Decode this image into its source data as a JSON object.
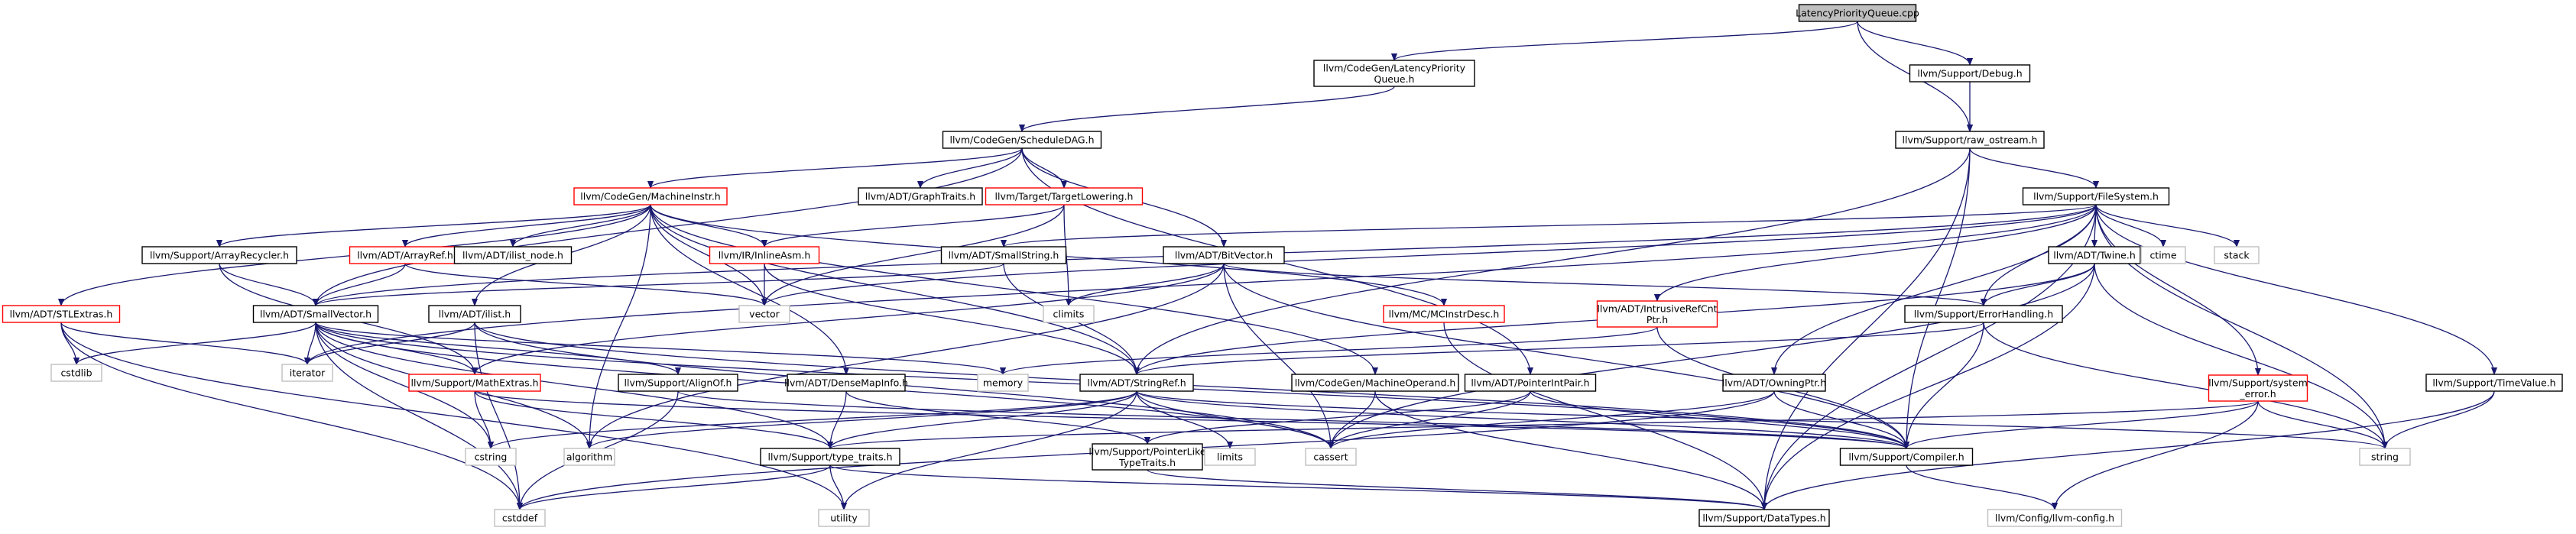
{
  "colors": {
    "edge": "#191970",
    "root_fill": "#bfbfbf",
    "documented_border": "#000000",
    "truncated_border": "#ff0000",
    "external_border": "#bfbfbf",
    "text": "#000000"
  },
  "nodes": [
    {
      "id": "root",
      "label": "LatencyPriorityQueue.cpp",
      "kind": "root"
    },
    {
      "id": "lpq",
      "label": "llvm/CodeGen/LatencyPriority\nQueue.h",
      "kind": "doc"
    },
    {
      "id": "debug",
      "label": "llvm/Support/Debug.h",
      "kind": "doc"
    },
    {
      "id": "sdag",
      "label": "llvm/CodeGen/ScheduleDAG.h",
      "kind": "doc"
    },
    {
      "id": "rawos",
      "label": "llvm/Support/raw_ostream.h",
      "kind": "doc"
    },
    {
      "id": "mi",
      "label": "llvm/CodeGen/MachineInstr.h",
      "kind": "trunc"
    },
    {
      "id": "gtraits",
      "label": "llvm/ADT/GraphTraits.h",
      "kind": "doc"
    },
    {
      "id": "tlow",
      "label": "llvm/Target/TargetLowering.h",
      "kind": "trunc"
    },
    {
      "id": "fs",
      "label": "llvm/Support/FileSystem.h",
      "kind": "doc"
    },
    {
      "id": "arrrec",
      "label": "llvm/Support/ArrayRecycler.h",
      "kind": "doc"
    },
    {
      "id": "arrref",
      "label": "llvm/ADT/ArrayRef.h",
      "kind": "trunc"
    },
    {
      "id": "ilistnode",
      "label": "llvm/ADT/ilist_node.h",
      "kind": "doc"
    },
    {
      "id": "inlasm",
      "label": "llvm/IR/InlineAsm.h",
      "kind": "trunc"
    },
    {
      "id": "smallstr",
      "label": "llvm/ADT/SmallString.h",
      "kind": "doc"
    },
    {
      "id": "bitvec",
      "label": "llvm/ADT/BitVector.h",
      "kind": "doc"
    },
    {
      "id": "twine",
      "label": "llvm/ADT/Twine.h",
      "kind": "doc"
    },
    {
      "id": "ctime",
      "label": "ctime",
      "kind": "ext"
    },
    {
      "id": "stack",
      "label": "stack",
      "kind": "ext"
    },
    {
      "id": "stlextras",
      "label": "llvm/ADT/STLExtras.h",
      "kind": "trunc"
    },
    {
      "id": "smallvec",
      "label": "llvm/ADT/SmallVector.h",
      "kind": "doc"
    },
    {
      "id": "vector",
      "label": "vector",
      "kind": "ext"
    },
    {
      "id": "climits",
      "label": "climits",
      "kind": "ext"
    },
    {
      "id": "mcinstr",
      "label": "llvm/MC/MCInstrDesc.h",
      "kind": "trunc"
    },
    {
      "id": "intrusive",
      "label": "llvm/ADT/IntrusiveRefCnt\nPtr.h",
      "kind": "trunc"
    },
    {
      "id": "errhand",
      "label": "llvm/Support/ErrorHandling.h",
      "kind": "doc"
    },
    {
      "id": "ilist",
      "label": "llvm/ADT/ilist.h",
      "kind": "doc"
    },
    {
      "id": "cstdlib",
      "label": "cstdlib",
      "kind": "ext"
    },
    {
      "id": "iterator",
      "label": "iterator",
      "kind": "ext"
    },
    {
      "id": "mathext",
      "label": "llvm/Support/MathExtras.h",
      "kind": "trunc"
    },
    {
      "id": "alignof",
      "label": "llvm/Support/AlignOf.h",
      "kind": "doc"
    },
    {
      "id": "densemapinfo",
      "label": "llvm/ADT/DenseMapInfo.h",
      "kind": "doc"
    },
    {
      "id": "memory",
      "label": "memory",
      "kind": "ext"
    },
    {
      "id": "stringref",
      "label": "llvm/ADT/StringRef.h",
      "kind": "doc"
    },
    {
      "id": "mop",
      "label": "llvm/CodeGen/MachineOperand.h",
      "kind": "doc"
    },
    {
      "id": "ptrintpair",
      "label": "llvm/ADT/PointerIntPair.h",
      "kind": "doc"
    },
    {
      "id": "owningptr",
      "label": "llvm/ADT/OwningPtr.h",
      "kind": "doc"
    },
    {
      "id": "syserr",
      "label": "llvm/Support/system\n_error.h",
      "kind": "trunc"
    },
    {
      "id": "timeval",
      "label": "llvm/Support/TimeValue.h",
      "kind": "doc"
    },
    {
      "id": "cstring",
      "label": "cstring",
      "kind": "ext"
    },
    {
      "id": "algorithm",
      "label": "algorithm",
      "kind": "ext"
    },
    {
      "id": "typetraits",
      "label": "llvm/Support/type_traits.h",
      "kind": "doc"
    },
    {
      "id": "plike",
      "label": "llvm/Support/PointerLike\nTypeTraits.h",
      "kind": "doc"
    },
    {
      "id": "limits",
      "label": "limits",
      "kind": "ext"
    },
    {
      "id": "cassert",
      "label": "cassert",
      "kind": "ext"
    },
    {
      "id": "compiler",
      "label": "llvm/Support/Compiler.h",
      "kind": "doc"
    },
    {
      "id": "string",
      "label": "string",
      "kind": "ext"
    },
    {
      "id": "cstddef",
      "label": "cstddef",
      "kind": "ext"
    },
    {
      "id": "utility",
      "label": "utility",
      "kind": "ext"
    },
    {
      "id": "datatypes",
      "label": "llvm/Support/DataTypes.h",
      "kind": "doc"
    },
    {
      "id": "llvmcfg",
      "label": "llvm/Config/llvm-config.h",
      "kind": "ext"
    }
  ],
  "edges": [
    [
      "root",
      "lpq"
    ],
    [
      "root",
      "debug"
    ],
    [
      "root",
      "rawos"
    ],
    [
      "lpq",
      "sdag"
    ],
    [
      "debug",
      "rawos"
    ],
    [
      "sdag",
      "mi"
    ],
    [
      "sdag",
      "gtraits"
    ],
    [
      "sdag",
      "tlow"
    ],
    [
      "sdag",
      "bitvec"
    ],
    [
      "sdag",
      "smallvec"
    ],
    [
      "sdag",
      "ptrintpair"
    ],
    [
      "rawos",
      "fs"
    ],
    [
      "rawos",
      "stringref"
    ],
    [
      "rawos",
      "compiler"
    ],
    [
      "rawos",
      "datatypes"
    ],
    [
      "mi",
      "arrrec"
    ],
    [
      "mi",
      "arrref"
    ],
    [
      "mi",
      "ilistnode"
    ],
    [
      "mi",
      "inlasm"
    ],
    [
      "mi",
      "stlextras"
    ],
    [
      "mi",
      "ilist"
    ],
    [
      "mi",
      "densemapinfo"
    ],
    [
      "mi",
      "mop"
    ],
    [
      "mi",
      "mcinstr"
    ],
    [
      "mi",
      "vector"
    ],
    [
      "mi",
      "algorithm"
    ],
    [
      "mi",
      "stringref"
    ],
    [
      "tlow",
      "inlasm"
    ],
    [
      "tlow",
      "vector"
    ],
    [
      "tlow",
      "climits"
    ],
    [
      "fs",
      "smallstr"
    ],
    [
      "fs",
      "twine"
    ],
    [
      "fs",
      "ctime"
    ],
    [
      "fs",
      "stack"
    ],
    [
      "fs",
      "intrusive"
    ],
    [
      "fs",
      "errhand"
    ],
    [
      "fs",
      "owningptr"
    ],
    [
      "fs",
      "syserr"
    ],
    [
      "fs",
      "timeval"
    ],
    [
      "fs",
      "vector"
    ],
    [
      "fs",
      "string"
    ],
    [
      "fs",
      "datatypes"
    ],
    [
      "fs",
      "smallvec"
    ],
    [
      "fs",
      "iterator"
    ],
    [
      "arrrec",
      "smallvec"
    ],
    [
      "arrrec",
      "mathext"
    ],
    [
      "arrref",
      "smallvec"
    ],
    [
      "arrref",
      "vector"
    ],
    [
      "inlasm",
      "vector"
    ],
    [
      "inlasm",
      "stringref"
    ],
    [
      "smallstr",
      "smallvec"
    ],
    [
      "smallstr",
      "stringref"
    ],
    [
      "bitvec",
      "climits"
    ],
    [
      "bitvec",
      "algorithm"
    ],
    [
      "bitvec",
      "cassert"
    ],
    [
      "bitvec",
      "mathext"
    ],
    [
      "bitvec",
      "compiler"
    ],
    [
      "bitvec",
      "errhand"
    ],
    [
      "twine",
      "stringref"
    ],
    [
      "twine",
      "errhand"
    ],
    [
      "twine",
      "string"
    ],
    [
      "twine",
      "datatypes"
    ],
    [
      "twine",
      "cassert"
    ],
    [
      "stlextras",
      "cstdlib"
    ],
    [
      "stlextras",
      "iterator"
    ],
    [
      "stlextras",
      "utility"
    ],
    [
      "stlextras",
      "cstddef"
    ],
    [
      "smallvec",
      "cstdlib"
    ],
    [
      "smallvec",
      "iterator"
    ],
    [
      "smallvec",
      "mathext"
    ],
    [
      "smallvec",
      "alignof"
    ],
    [
      "smallvec",
      "typetraits"
    ],
    [
      "smallvec",
      "memory"
    ],
    [
      "smallvec",
      "cassert"
    ],
    [
      "smallvec",
      "compiler"
    ],
    [
      "smallvec",
      "cstring"
    ],
    [
      "smallvec",
      "algorithm"
    ],
    [
      "smallvec",
      "cstddef"
    ],
    [
      "mcinstr",
      "datatypes"
    ],
    [
      "intrusive",
      "memory"
    ],
    [
      "intrusive",
      "compiler"
    ],
    [
      "errhand",
      "stringref"
    ],
    [
      "errhand",
      "compiler"
    ],
    [
      "errhand",
      "string"
    ],
    [
      "ilist",
      "iterator"
    ],
    [
      "ilist",
      "cassert"
    ],
    [
      "ilist",
      "cstddef"
    ],
    [
      "ilist",
      "compiler"
    ],
    [
      "mathext",
      "cstring"
    ],
    [
      "mathext",
      "typetraits"
    ],
    [
      "mathext",
      "compiler"
    ],
    [
      "alignof",
      "cstddef"
    ],
    [
      "alignof",
      "compiler"
    ],
    [
      "densemapinfo",
      "typetraits"
    ],
    [
      "densemapinfo",
      "plike"
    ],
    [
      "stringref",
      "typetraits"
    ],
    [
      "stringref",
      "cassert"
    ],
    [
      "stringref",
      "cstring"
    ],
    [
      "stringref",
      "limits"
    ],
    [
      "stringref",
      "string"
    ],
    [
      "stringref",
      "utility"
    ],
    [
      "stringref",
      "compiler"
    ],
    [
      "stringref",
      "algorithm"
    ],
    [
      "mop",
      "cassert"
    ],
    [
      "mop",
      "datatypes"
    ],
    [
      "ptrintpair",
      "plike"
    ],
    [
      "ptrintpair",
      "cassert"
    ],
    [
      "ptrintpair",
      "compiler"
    ],
    [
      "owningptr",
      "cassert"
    ],
    [
      "owningptr",
      "cstddef"
    ],
    [
      "owningptr",
      "compiler"
    ],
    [
      "syserr",
      "compiler"
    ],
    [
      "syserr",
      "string"
    ],
    [
      "syserr",
      "llvmcfg"
    ],
    [
      "syserr",
      "typetraits"
    ],
    [
      "timeval",
      "datatypes"
    ],
    [
      "timeval",
      "string"
    ],
    [
      "typetraits",
      "utility"
    ],
    [
      "typetraits",
      "cstddef"
    ],
    [
      "typetraits",
      "datatypes"
    ],
    [
      "plike",
      "datatypes"
    ],
    [
      "compiler",
      "llvmcfg"
    ]
  ]
}
